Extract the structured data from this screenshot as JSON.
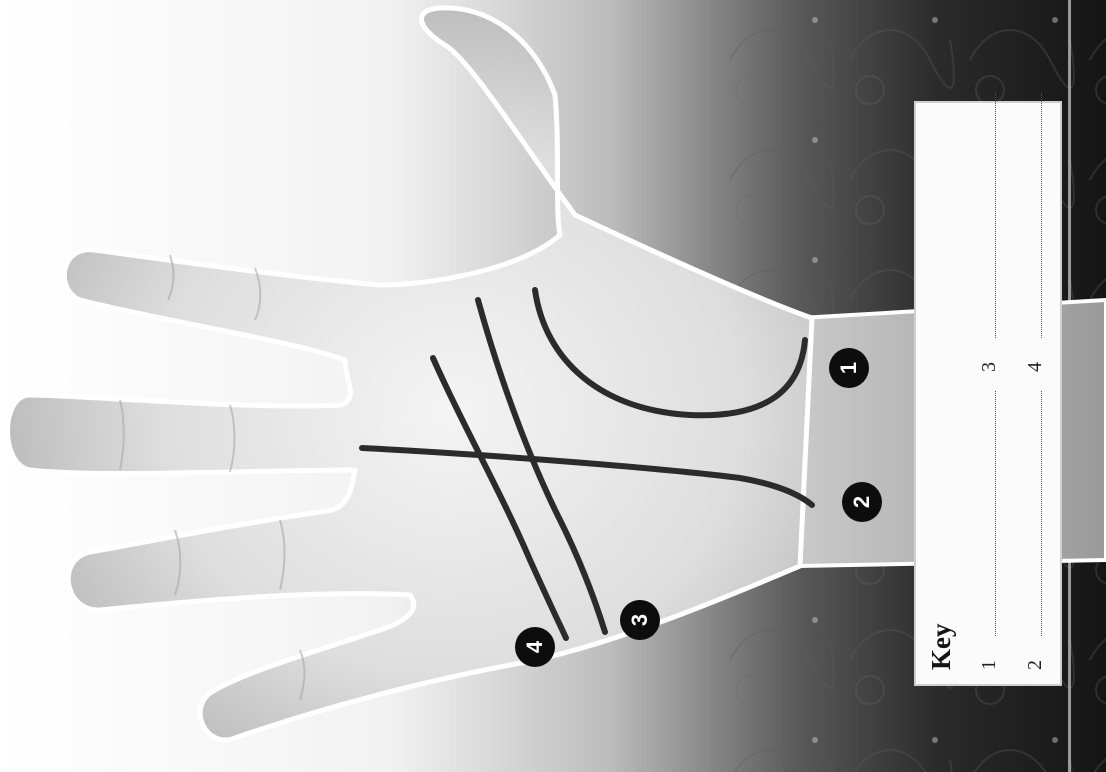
{
  "key": {
    "title": "Key",
    "entries": [
      {
        "number": "1"
      },
      {
        "number": "2"
      },
      {
        "number": "3"
      },
      {
        "number": "4"
      }
    ]
  },
  "markers": [
    "1",
    "2",
    "3",
    "4"
  ],
  "colors": {
    "palm_line": "#2a2a2a",
    "badge": "#0d0d0d",
    "hand_outline": "#ffffff",
    "background_dark": "#1c1c1c"
  }
}
